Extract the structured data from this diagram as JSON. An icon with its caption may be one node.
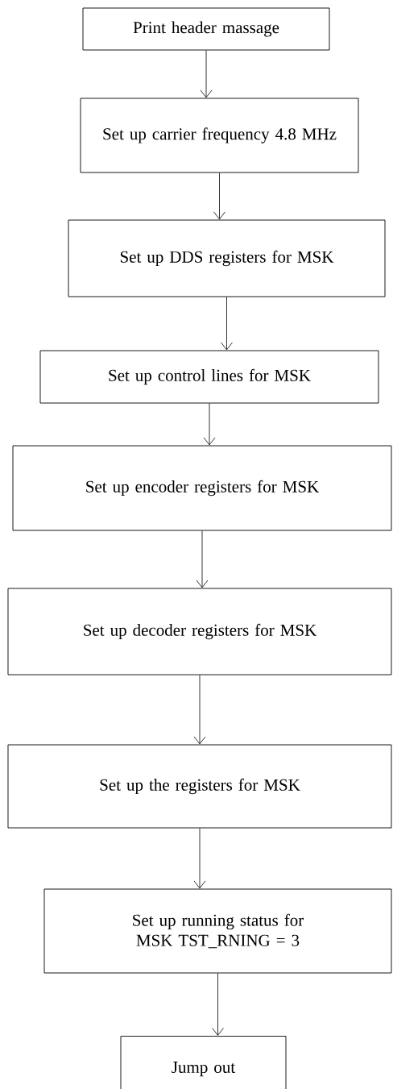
{
  "diagram": {
    "nodes": [
      {
        "text": [
          "Print header massage"
        ]
      },
      {
        "text": [
          "Set up carrier frequency 4.8 MHz"
        ]
      },
      {
        "text": [
          "Set up DDS registers for MSK"
        ]
      },
      {
        "text": [
          "Set up control lines for MSK"
        ]
      },
      {
        "text": [
          "Set up encoder registers for MSK"
        ]
      },
      {
        "text": [
          "Set up decoder registers for MSK"
        ]
      },
      {
        "text": [
          "Set up the registers for MSK"
        ]
      },
      {
        "text": [
          "Set up running status for MSK TST_RNING = 3"
        ]
      },
      {
        "text": [
          "Jump out"
        ]
      }
    ],
    "edges": [
      {
        "from": 0,
        "to": 1,
        "arrow": "to"
      },
      {
        "from": 1,
        "to": 2,
        "arrow": "to"
      },
      {
        "from": 2,
        "to": 3,
        "arrow": "to"
      },
      {
        "from": 3,
        "to": 4,
        "arrow": "to"
      },
      {
        "from": 4,
        "to": 5,
        "arrow": "to"
      },
      {
        "from": 5,
        "to": 6,
        "arrow": "to"
      },
      {
        "from": 6,
        "to": 7,
        "arrow": "to"
      },
      {
        "from": 7,
        "to": 8,
        "arrow": "to"
      }
    ]
  }
}
